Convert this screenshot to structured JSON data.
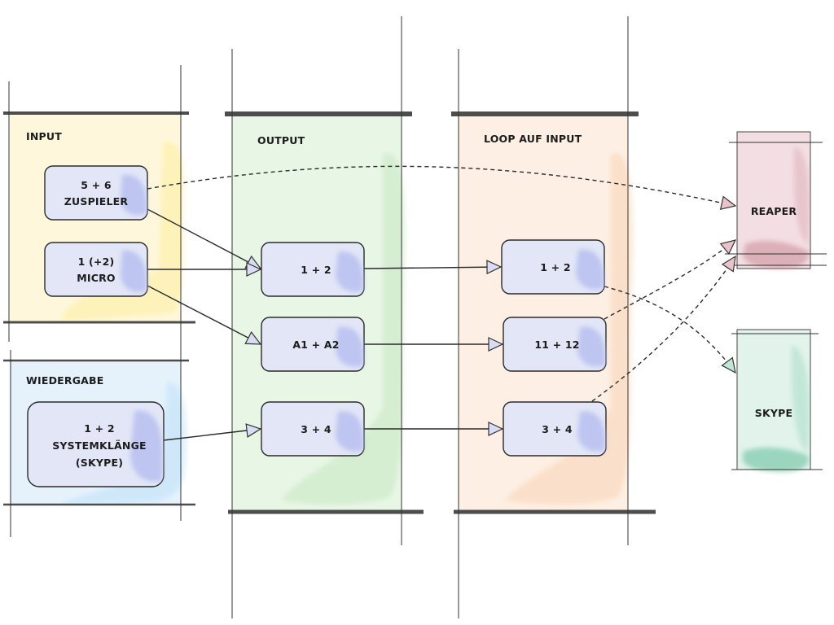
{
  "colors": {
    "input_lane": "#fff6d6",
    "playback_lane": "#e2f1fc",
    "output_lane": "#e6f5e3",
    "loop_lane": "#fdeee2",
    "reaper": "#f3dfe3",
    "skype": "#e2f3ec",
    "box_fill": "#e2e6f6",
    "box_accent": "#b7c0f0",
    "rail": "#4d4d4d",
    "line": "#2a2a2a"
  },
  "lanes": {
    "input": {
      "title": "INPUT"
    },
    "playback": {
      "title": "WIEDERGABE"
    },
    "output": {
      "title": "OUTPUT"
    },
    "loop": {
      "title": "LOOP AUF INPUT"
    }
  },
  "destinations": {
    "reaper": {
      "label": "REAPER"
    },
    "skype": {
      "label": "SKYPE"
    }
  },
  "nodes": {
    "zuspieler": {
      "line1": "5 + 6",
      "line2": "ZUSPIELER"
    },
    "micro": {
      "line1": "1 (+2)",
      "line2": "MICRO"
    },
    "system": {
      "line1": "1 + 2",
      "line2": "SYSTEMKLÄNGE",
      "line3": "(SKYPE)"
    },
    "out_12": {
      "label": "1 + 2"
    },
    "out_a1a2": {
      "label": "A1 + A2"
    },
    "out_34": {
      "label": "3 + 4"
    },
    "loop_12": {
      "label": "1 + 2"
    },
    "loop_1112": {
      "label": "11 + 12"
    },
    "loop_34": {
      "label": "3 + 4"
    }
  }
}
